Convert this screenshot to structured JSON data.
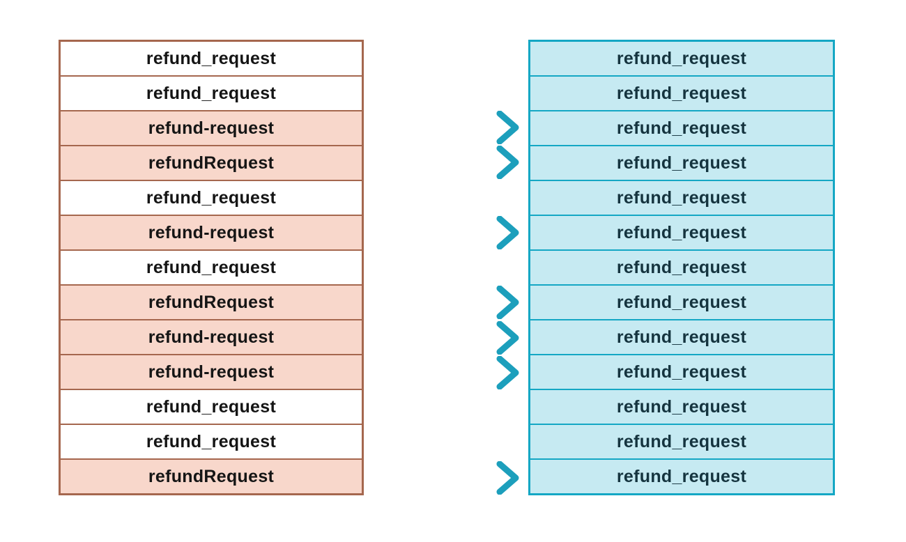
{
  "diagram": {
    "source_column": {
      "rows": [
        {
          "label": "refund_request",
          "mapped": false
        },
        {
          "label": "refund_request",
          "mapped": false
        },
        {
          "label": "refund-request",
          "mapped": true
        },
        {
          "label": "refundRequest",
          "mapped": true
        },
        {
          "label": "refund_request",
          "mapped": false
        },
        {
          "label": "refund-request",
          "mapped": true
        },
        {
          "label": "refund_request",
          "mapped": false
        },
        {
          "label": "refundRequest",
          "mapped": true
        },
        {
          "label": "refund-request",
          "mapped": true
        },
        {
          "label": "refund-request",
          "mapped": true
        },
        {
          "label": "refund_request",
          "mapped": false
        },
        {
          "label": "refund_request",
          "mapped": false
        },
        {
          "label": "refundRequest",
          "mapped": true
        }
      ]
    },
    "target_column": {
      "rows": [
        {
          "label": "refund_request"
        },
        {
          "label": "refund_request"
        },
        {
          "label": "refund_request"
        },
        {
          "label": "refund_request"
        },
        {
          "label": "refund_request"
        },
        {
          "label": "refund_request"
        },
        {
          "label": "refund_request"
        },
        {
          "label": "refund_request"
        },
        {
          "label": "refund_request"
        },
        {
          "label": "refund_request"
        },
        {
          "label": "refund_request"
        },
        {
          "label": "refund_request"
        },
        {
          "label": "refund_request"
        }
      ]
    },
    "colors": {
      "left_border": "#A5674E",
      "left_highlight": "#F8D7CB",
      "left_text": "#151515",
      "right_border": "#14A7C4",
      "right_fill": "#C6EAF2",
      "right_text": "#15343F",
      "arrow_orange": "#E8683A",
      "arrow_teal": "#1C9FBC"
    }
  }
}
